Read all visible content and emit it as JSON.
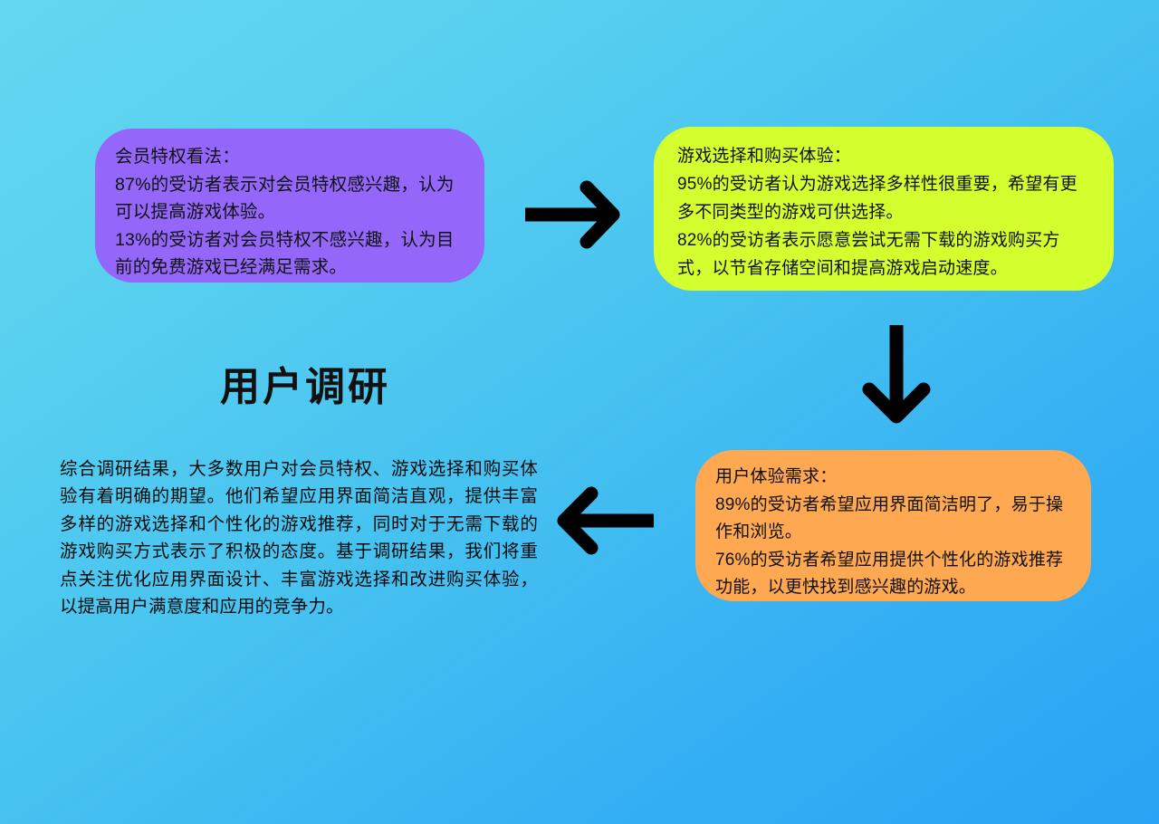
{
  "diagram": {
    "title": "用户调研",
    "background": {
      "gradient_from": "#64d6f1",
      "gradient_to": "#29a3f3"
    },
    "nodes": [
      {
        "id": "membership",
        "label": "会员特权看法",
        "color": "#9466fa",
        "text": "会员特权看法：\n87%的受访者表示对会员特权感兴趣，认为可以提高游戏体验。\n13%的受访者对会员特权不感兴趣，认为目前的免费游戏已经满足需求。"
      },
      {
        "id": "game-selection",
        "label": "游戏选择和购买体验",
        "color": "#d4ff2e",
        "text": "游戏选择和购买体验：\n95%的受访者认为游戏选择多样性很重要，希望有更多不同类型的游戏可供选择。\n82%的受访者表示愿意尝试无需下载的游戏购买方式，以节省存储空间和提高游戏启动速度。"
      },
      {
        "id": "user-experience",
        "label": "用户体验需求",
        "color": "#ffa852",
        "text": "用户体验需求：\n89%的受访者希望应用界面简洁明了，易于操作和浏览。\n76%的受访者希望应用提供个性化的游戏推荐功能，以更快找到感兴趣的游戏。"
      }
    ],
    "summary": "综合调研结果，大多数用户对会员特权、游戏选择和购买体验有着明确的期望。他们希望应用界面简洁直观，提供丰富多样的游戏选择和个性化的游戏推荐，同时对于无需下载的游戏购买方式表示了积极的态度。基于调研结果，我们将重点关注优化应用界面设计、丰富游戏选择和改进购买体验，以提高用户满意度和应用的竞争力。",
    "arrows": [
      {
        "id": "arrow-right",
        "direction": "right",
        "from": "membership",
        "to": "game-selection",
        "color": "#000000"
      },
      {
        "id": "arrow-down",
        "direction": "down",
        "from": "game-selection",
        "to": "user-experience",
        "color": "#000000"
      },
      {
        "id": "arrow-left",
        "direction": "left",
        "from": "user-experience",
        "to": "summary",
        "color": "#000000"
      }
    ]
  }
}
